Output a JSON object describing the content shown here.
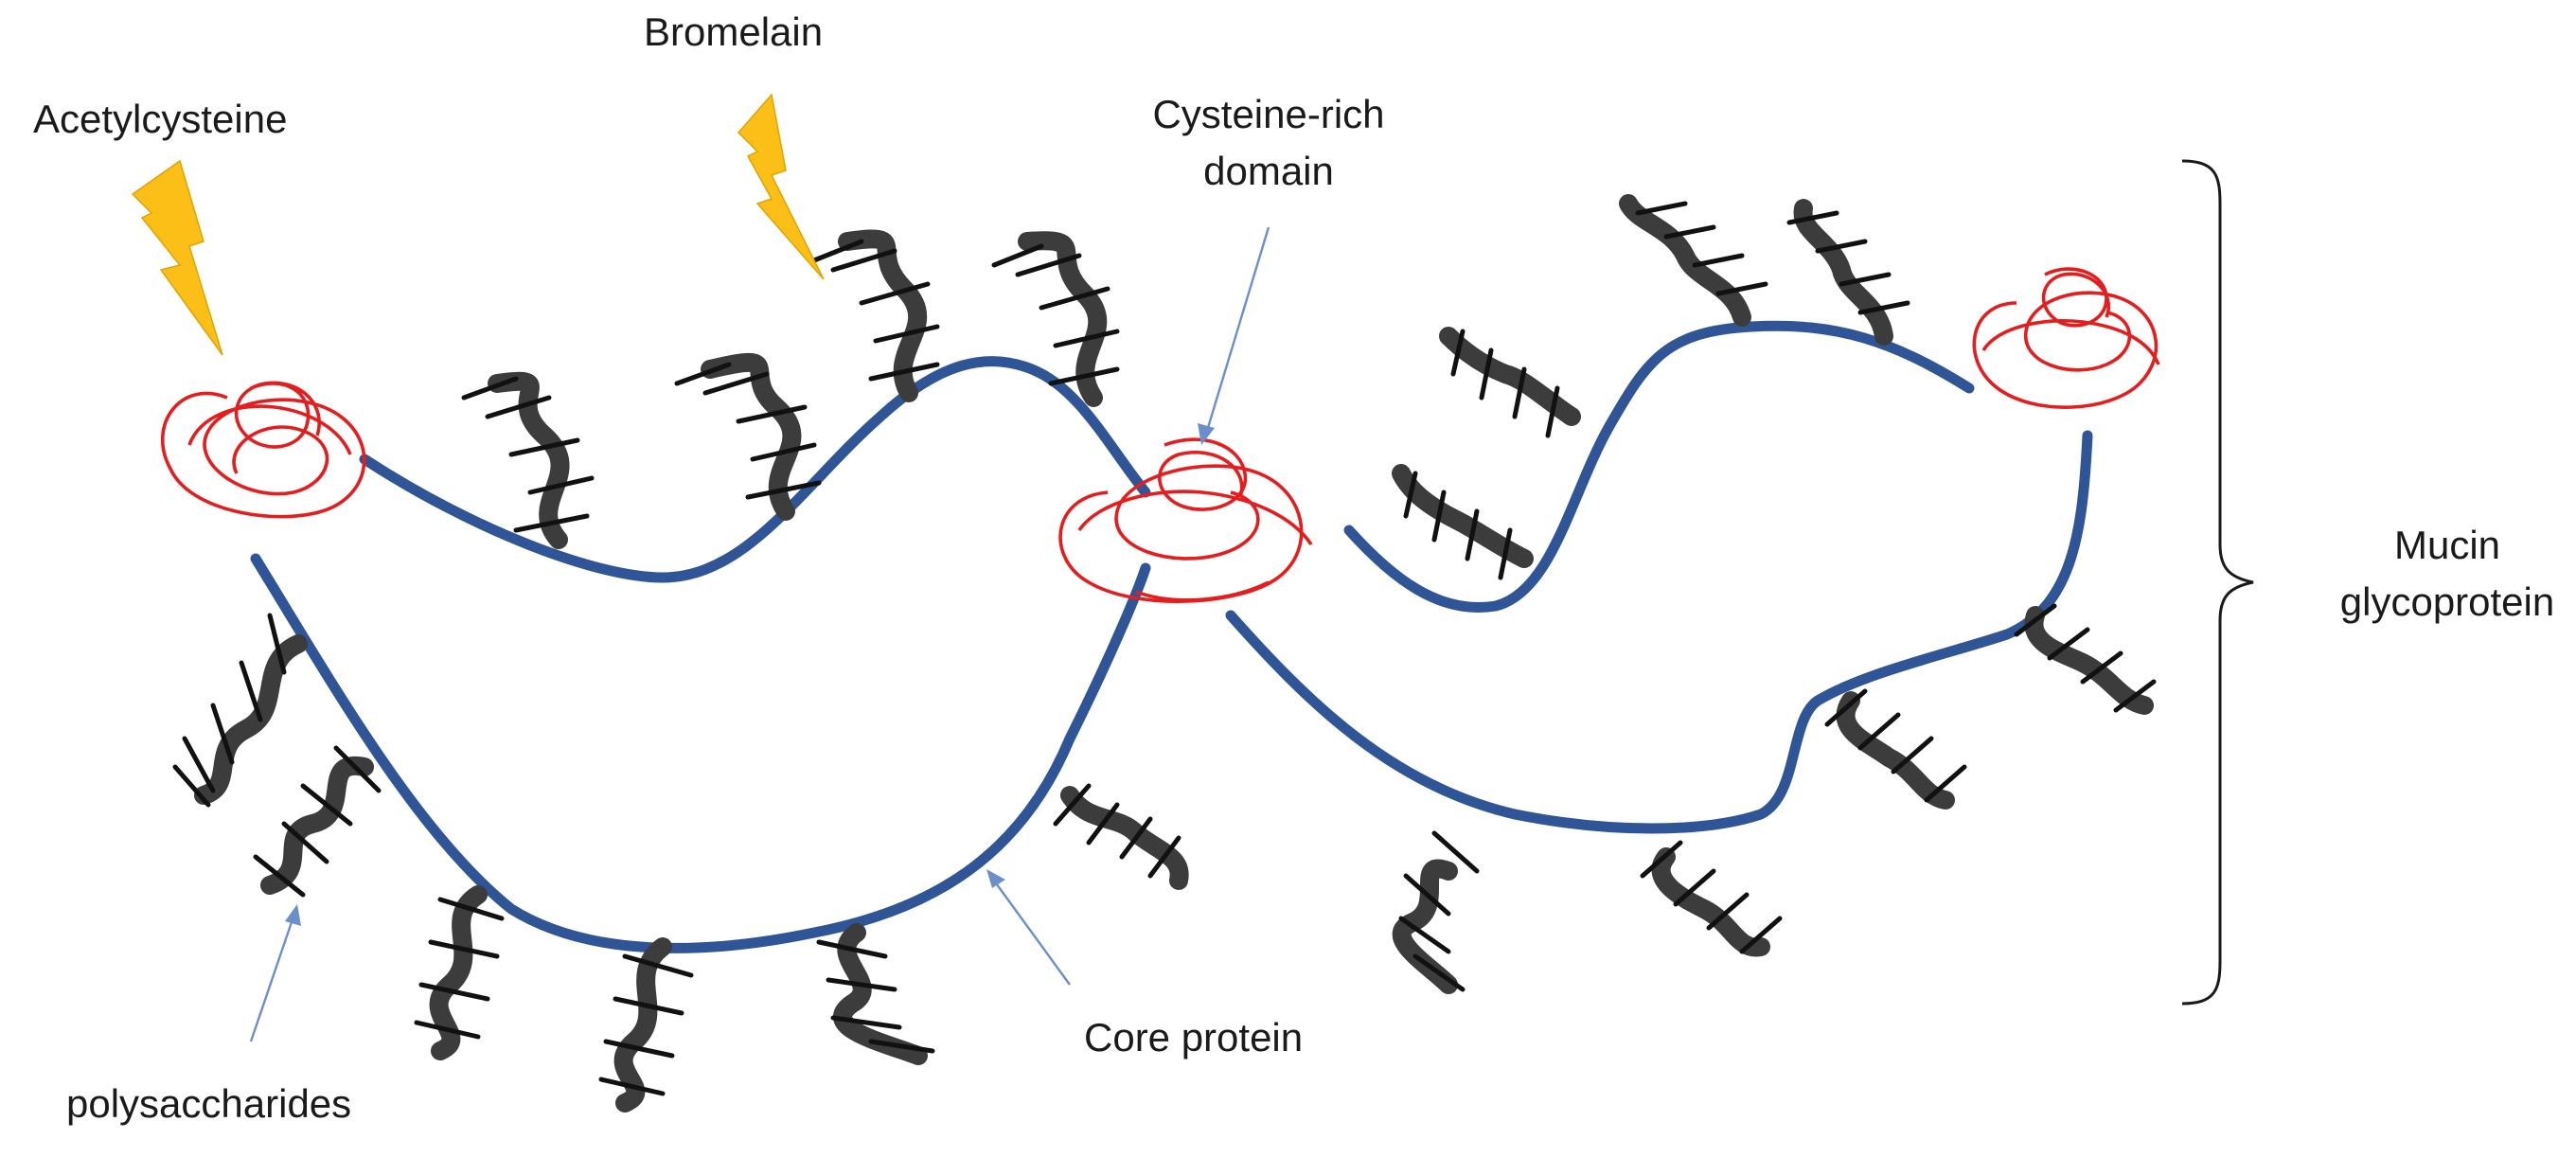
{
  "labels": {
    "acetylcysteine": "Acetylcysteine",
    "bromelain": "Bromelain",
    "cysteine_rich_line1": "Cysteine-rich",
    "cysteine_rich_line2": "domain",
    "mucin_line1": "Mucin",
    "mucin_line2": "glycoprotein",
    "polysaccharides": "polysaccharides",
    "core_protein": "Core protein"
  },
  "colors": {
    "core_protein": "#2f5597",
    "cysteine_domain": "#e41e1e",
    "polysaccharide": "#3c3c3c",
    "bolt": "#fbbf17",
    "pointer": "#6b8fc9"
  },
  "icons": {
    "agent_marker": "lightning-bolt-icon"
  }
}
